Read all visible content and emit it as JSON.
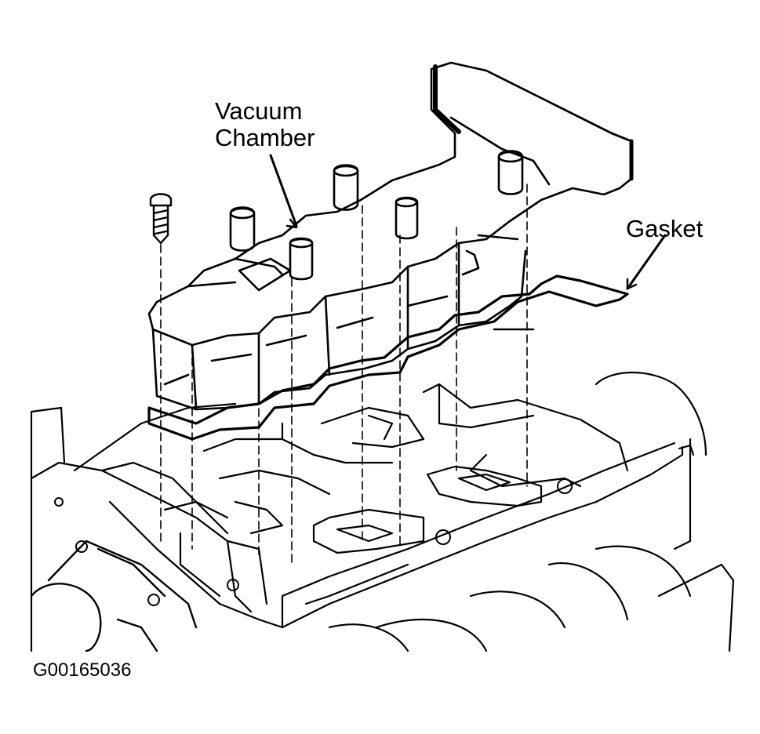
{
  "labels": {
    "vacuum_chamber_line1": "Vacuum",
    "vacuum_chamber_line2": "Chamber",
    "gasket": "Gasket"
  },
  "figure_id": "G00165036",
  "colors": {
    "ink": "#000000",
    "paper": "#ffffff"
  }
}
